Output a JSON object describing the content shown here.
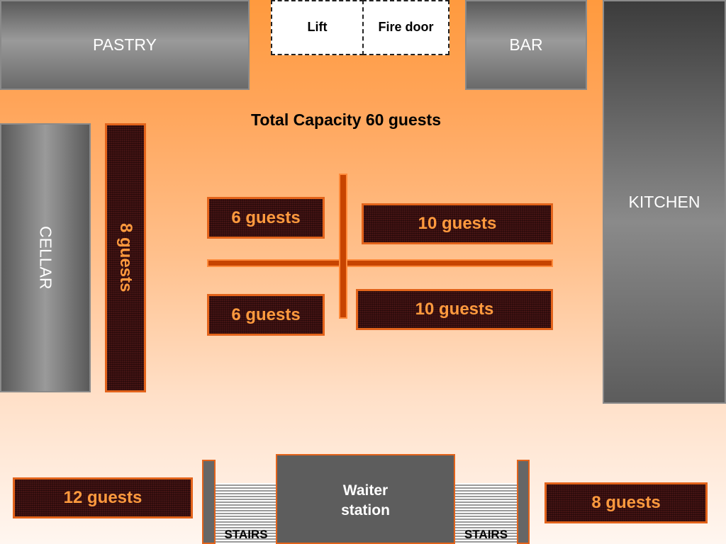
{
  "rooms": {
    "pastry": "PASTRY",
    "bar": "BAR",
    "kitchen": "KITCHEN",
    "cellar": "CELLAR"
  },
  "doors": {
    "lift": "Lift",
    "fire_door": "Fire door"
  },
  "capacity": "Total Capacity 60 guests",
  "tables": {
    "cellar_side": "8 guests",
    "center_top_left": "6 guests",
    "center_top_right": "10 guests",
    "center_bottom_left": "6 guests",
    "center_bottom_right": "10 guests",
    "bottom_left": "12 guests",
    "bottom_right": "8 guests"
  },
  "stairs": {
    "left": "STAIRS",
    "right": "STAIRS"
  },
  "waiter_station": "Waiter station",
  "colors": {
    "table_fill": "#3a1010",
    "table_border": "#e2631b",
    "table_text": "#ff9a3e",
    "divider": "#c74400",
    "room_gray": "#6a6a6a"
  }
}
